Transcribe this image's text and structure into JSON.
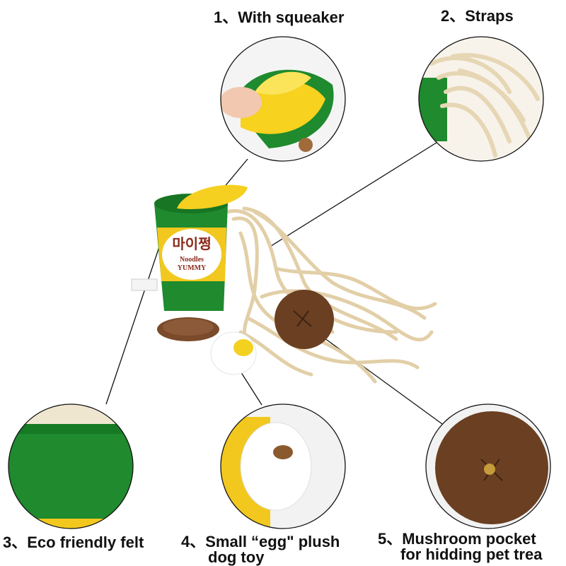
{
  "product": {
    "brand_text": "마이쩡",
    "subtitle": "Noodles",
    "tagline": "YUMMY"
  },
  "callouts": [
    {
      "label": "1、With squeaker",
      "icon": "squeaker-detail"
    },
    {
      "label": "2、Straps",
      "icon": "noodle-straps-detail"
    },
    {
      "label": "3、Eco friendly felt",
      "icon": "felt-detail"
    },
    {
      "label_line1": "4、Small  “egg\" plush",
      "label_line2": "dog toy",
      "icon": "egg-plush-detail"
    },
    {
      "label_line1": "5、Mushroom pocket",
      "label_line2": "for hidding pet trea",
      "icon": "mushroom-pocket-detail"
    }
  ],
  "colors": {
    "felt_green": "#1f8a2e",
    "felt_yellow": "#f2c81e",
    "noodle_cream": "#efe2c6",
    "mushroom_brown": "#6b3f22"
  }
}
